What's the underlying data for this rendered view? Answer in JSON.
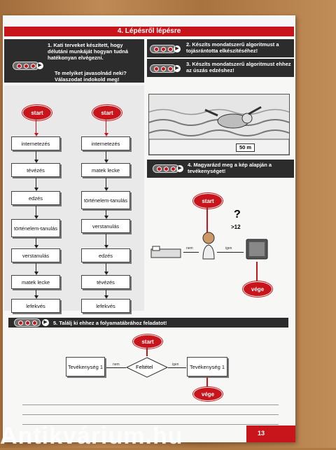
{
  "section_title": "4. Lépésről lépésre",
  "q1": {
    "text": "1. Kati terveket készített, hogy délutáni munkáját hogyan tudná hatékonyan elvégezni.",
    "ask": "Te melyiket javasolnád neki? Válaszodat indokold meg!"
  },
  "q2": {
    "text": "2. Készíts mondatszerű algoritmust a tojásrántotta elkészítéséhez!"
  },
  "q3": {
    "text": "3. Készíts mondatszerű algoritmust ehhez az úszás edzéshez!"
  },
  "q4": {
    "text": "4. Magyarázd meg a kép alapján a tevékenységet!"
  },
  "q5": {
    "text": "5. Találj ki ehhez a folyamatábrához feladatot!"
  },
  "flow_left": {
    "start": "start",
    "steps": [
      "internetezés",
      "tévézés",
      "edzés",
      "történelem-tanulás",
      "verstanulás",
      "matek lecke",
      "lefekvés"
    ]
  },
  "flow_right": {
    "start": "start",
    "steps": [
      "internetezés",
      "matek lecke",
      "történelem-tanulás",
      "verstanulás",
      "edzés",
      "tévézés",
      "lefekvés"
    ]
  },
  "pool_sign": "50 m",
  "q4_diagram": {
    "start": "start",
    "question": "?",
    "condition": ">12",
    "no_label": "nem",
    "yes_label": "igen",
    "end": "vége"
  },
  "q5_diagram": {
    "start": "start",
    "left_box": "Tevékenység 1",
    "condition": "Feltétel",
    "no_label": "nem",
    "yes_label": "igen",
    "right_box": "Tevékenység 1",
    "end": "vége"
  },
  "page_number": "13",
  "watermark": "Antikvárium.hu"
}
